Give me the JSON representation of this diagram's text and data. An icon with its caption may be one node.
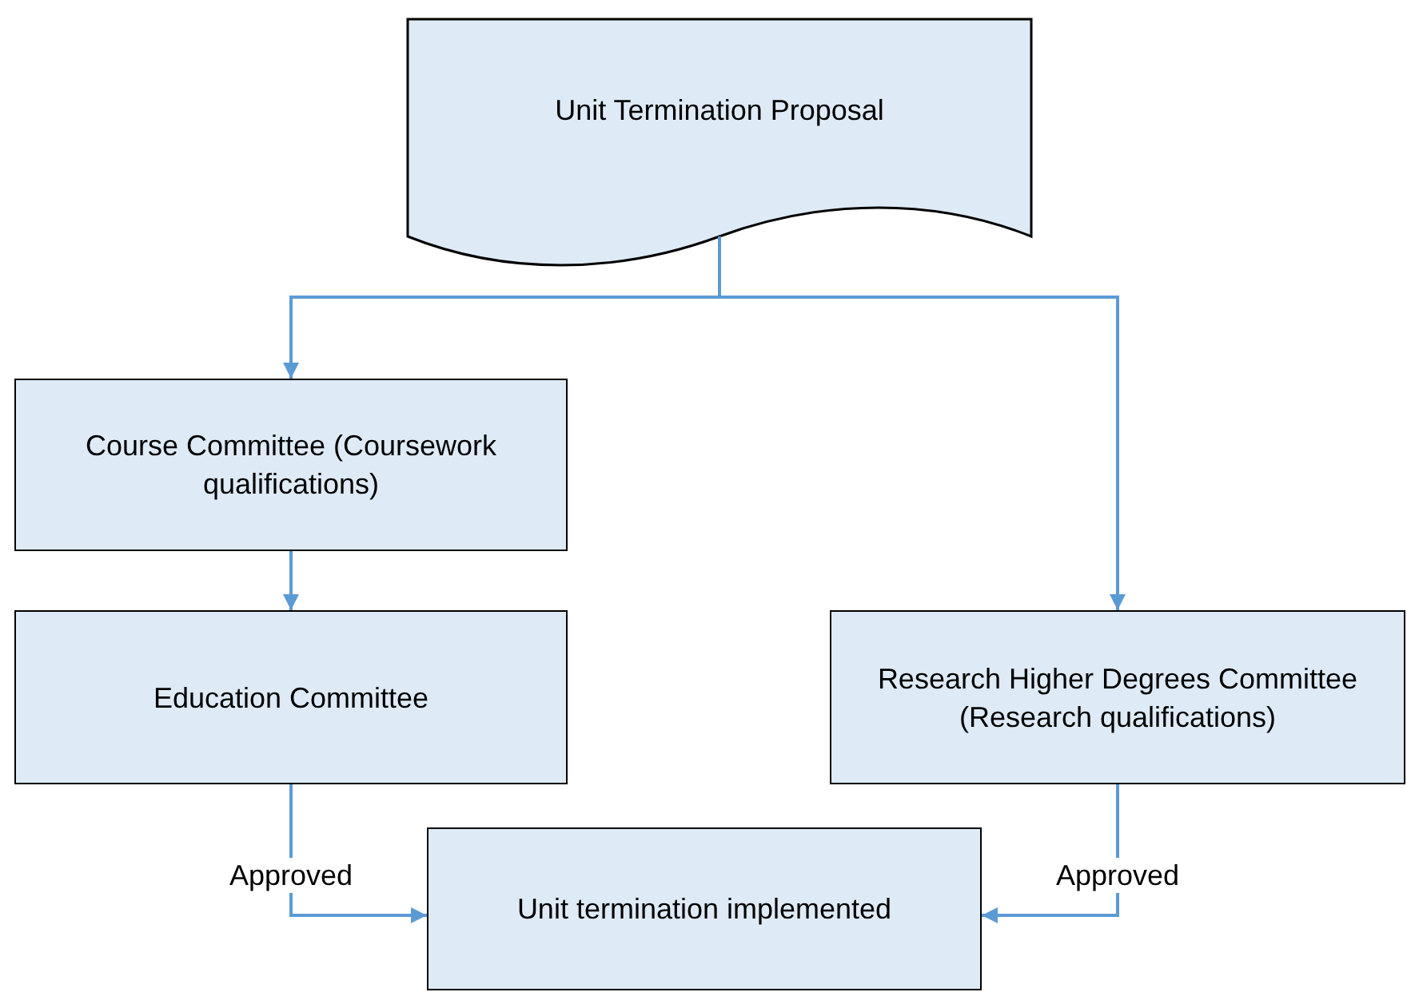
{
  "diagram": {
    "nodes": [
      {
        "text": [
          "Unit Termination Proposal"
        ]
      },
      {
        "text": [
          "Course Committee (Coursework qualifications)"
        ]
      },
      {
        "text": [
          "Education Committee"
        ]
      },
      {
        "text": [
          "Research Higher Degrees Committee (Research qualifications)"
        ]
      },
      {
        "text": [
          "Unit termination implemented"
        ]
      }
    ],
    "edges": [
      {
        "from": 0,
        "to": 1,
        "arrow": "to"
      },
      {
        "from": 0,
        "to": 3,
        "arrow": "to"
      },
      {
        "from": 1,
        "to": 2,
        "arrow": "to"
      },
      {
        "from": 2,
        "to": 4,
        "arrow": "to",
        "label": "Approved"
      },
      {
        "from": 3,
        "to": 4,
        "arrow": "to",
        "label": "Approved"
      }
    ]
  }
}
